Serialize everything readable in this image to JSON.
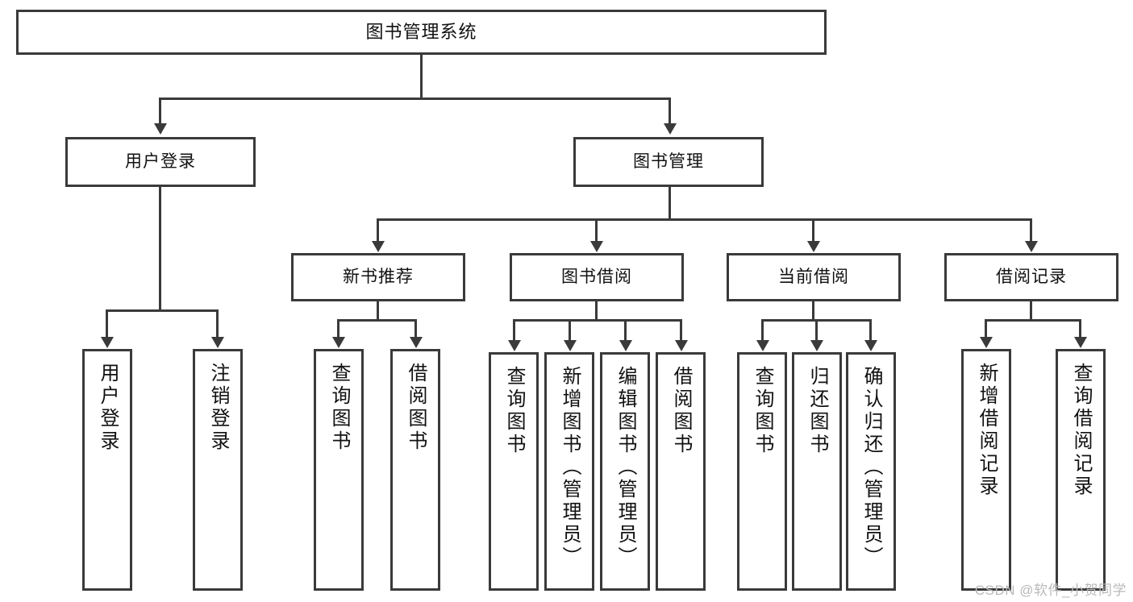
{
  "diagram": {
    "type": "tree-hierarchy-chart",
    "title": "图书管理系统",
    "watermark": "CSDN @软件_小贺同学",
    "colors": {
      "box_border": "#3a3a3a",
      "box_fill": "#ffffff",
      "connector": "#3a3a3a",
      "text": "#111111",
      "watermark": "#b9b9b9",
      "background": "#ffffff"
    },
    "levels": {
      "level1": [
        {
          "id": "root",
          "label": "图书管理系统"
        }
      ],
      "level2": [
        {
          "id": "user-login",
          "label": "用户登录"
        },
        {
          "id": "book-management",
          "label": "图书管理"
        }
      ],
      "level3": [
        {
          "id": "new-book-recommend",
          "label": "新书推荐",
          "parent": "book-management"
        },
        {
          "id": "book-borrow",
          "label": "图书借阅",
          "parent": "book-management"
        },
        {
          "id": "current-borrow",
          "label": "当前借阅",
          "parent": "book-management"
        },
        {
          "id": "borrow-record",
          "label": "借阅记录",
          "parent": "book-management"
        }
      ],
      "level4": [
        {
          "id": "leaf-user-login",
          "label": "用户登录",
          "parent": "user-login"
        },
        {
          "id": "leaf-logout-login",
          "label": "注销登录",
          "parent": "user-login"
        },
        {
          "id": "leaf-query-book-1",
          "label": "查询图书",
          "parent": "new-book-recommend"
        },
        {
          "id": "leaf-borrow-book-1",
          "label": "借阅图书",
          "parent": "new-book-recommend"
        },
        {
          "id": "leaf-query-book-2",
          "label": "查询图书",
          "parent": "book-borrow"
        },
        {
          "id": "leaf-add-book",
          "label": "新增图书（管理员）",
          "parent": "book-borrow"
        },
        {
          "id": "leaf-edit-book",
          "label": "编辑图书（管理员）",
          "parent": "book-borrow"
        },
        {
          "id": "leaf-borrow-book-2",
          "label": "借阅图书",
          "parent": "book-borrow"
        },
        {
          "id": "leaf-query-book-3",
          "label": "查询图书",
          "parent": "current-borrow"
        },
        {
          "id": "leaf-return-book",
          "label": "归还图书",
          "parent": "current-borrow"
        },
        {
          "id": "leaf-confirm-return",
          "label": "确认归还（管理员）",
          "parent": "current-borrow"
        },
        {
          "id": "leaf-add-record",
          "label": "新增借阅记录",
          "parent": "borrow-record"
        },
        {
          "id": "leaf-query-record",
          "label": "查询借阅记录",
          "parent": "borrow-record"
        }
      ]
    }
  }
}
